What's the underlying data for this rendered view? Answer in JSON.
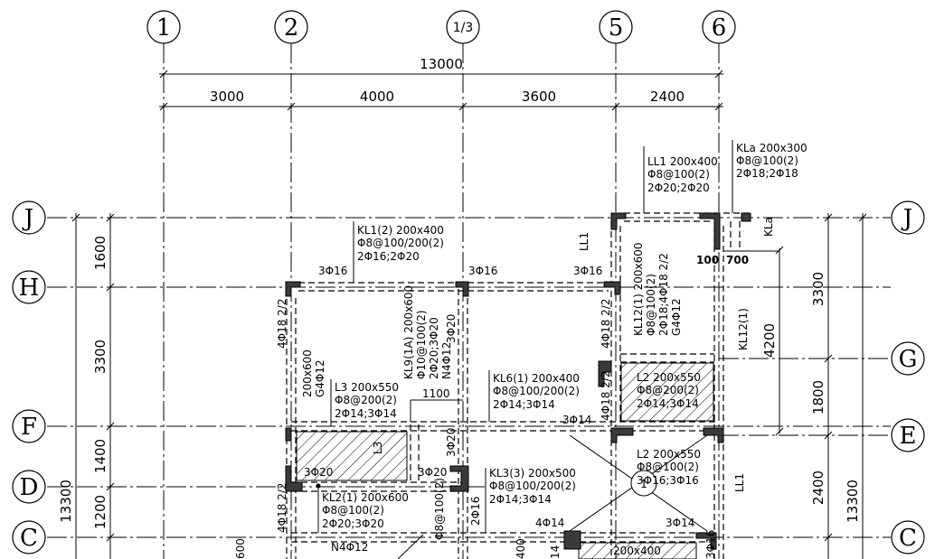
{
  "grid_top": [
    "1",
    "2",
    "1/3",
    "5",
    "6"
  ],
  "grid_side": [
    "J",
    "H",
    "G",
    "F",
    "E",
    "D",
    "C"
  ],
  "dims_top": {
    "overall": "13000",
    "spans": [
      "3000",
      "4000",
      "3600",
      "2400"
    ]
  },
  "dims_left": {
    "spans": [
      "1600",
      "3300",
      "1400",
      "1200"
    ],
    "overall": "13300"
  },
  "dims_right": {
    "spans": [
      "3300",
      "1800",
      "2400"
    ],
    "overall": "13300",
    "inner": "4200"
  },
  "beams": {
    "ll1_top": [
      "LL1 200x400",
      "Φ8@100(2)",
      "2Φ20;2Φ20"
    ],
    "kla": [
      "KLa 200x300",
      "Φ8@100(2)",
      "2Φ18;2Φ18"
    ],
    "kl1": [
      "KL1(2) 200x400",
      "Φ8@100/200(2)",
      "2Φ16;2Φ20"
    ],
    "kl12": [
      "KL12(1) 200x600",
      "Φ8@100(2)",
      "2Φ18;4Φ18 2/2",
      "G4Φ12"
    ],
    "kl9": [
      "KL9(1A) 200x600",
      "Φ10@100(2)",
      "2Φ20;3Φ20",
      "N4Φ12"
    ],
    "kl6": [
      "KL6(1) 200x400",
      "Φ8@100/200(2)",
      "2Φ14;3Φ14"
    ],
    "l3": [
      "L3 200x550",
      "Φ8@200(2)",
      "2Φ14;3Φ14"
    ],
    "l2a": [
      "L2 200x550",
      "Φ8@200(2)",
      "2Φ14;3Φ14"
    ],
    "l2b": [
      "L2 200x550",
      "Φ8@100(2)",
      "3Φ16;3Φ16"
    ],
    "kl3": [
      "KL3(3) 200x500",
      "Φ8@100/200(2)",
      "2Φ14;3Φ14"
    ],
    "kl2": [
      "KL2(1) 200x600",
      "Φ8@100(2)",
      "2Φ20;3Φ20"
    ]
  },
  "misc": {
    "t3_16a": "3Φ16",
    "t3_16b": "3Φ16",
    "t3_16c": "3Φ16",
    "t4_18a": "4Φ18 2/2",
    "t4_18b": "4Φ18 2/2",
    "t4_18c": "4Φ18 2/2",
    "t4_18d": "4Φ18 2/2",
    "t200x600": "200x600",
    "tG4": "G4Φ12",
    "t3_20a": "3Φ20",
    "t3_20b": "3Φ20",
    "t3_20c": "3Φ20",
    "t3_20d": "3Φ20",
    "t1100": "1100",
    "t3_14a": "3Φ14",
    "t3_14b": "3Φ14",
    "t4_14": "4Φ14",
    "t2_16": "2Φ16",
    "tN4": "N4Φ12",
    "tL3": "L3",
    "tLL1a": "LL1",
    "tLL1b": "LL1",
    "tKLa": "KLa",
    "tKL12": "KL12(1)",
    "t100": "100",
    "t700": "700",
    "t200x400": "200x400",
    "t1": "1",
    "t3_16d": "3Φ16",
    "tcut1": "Φ8@100(2)",
    "tcut2": "400",
    "tcut3": "14",
    "tcut4": "600"
  }
}
